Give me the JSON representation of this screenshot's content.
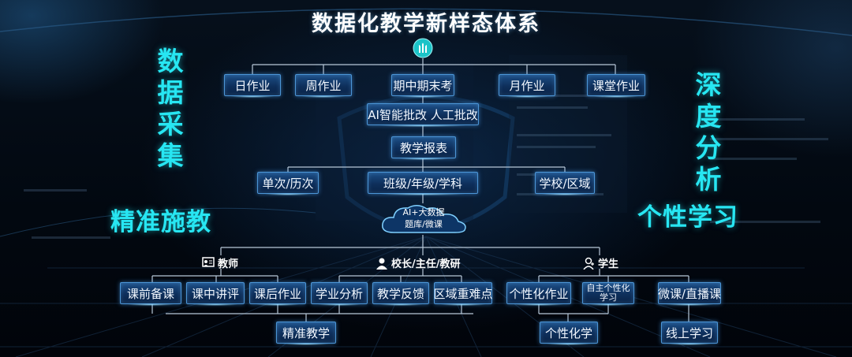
{
  "title": "数据化教学新样态体系",
  "side_labels": {
    "data_collection": "数据采集",
    "deep_analysis": "深度分析",
    "precision_teaching": "精准施教",
    "personalized_learning": "个性学习"
  },
  "level1": [
    "日作业",
    "周作业",
    "期中期末考",
    "月作业",
    "课堂作业"
  ],
  "grading": "AI智能批改 人工批改",
  "report": "教学报表",
  "level3": [
    "单次/历次",
    "班级/年级/学科",
    "学校/区域"
  ],
  "cloud": {
    "line1": "AI+大数据",
    "line2": "题库/微课"
  },
  "roles": [
    {
      "label": "教师",
      "icon": "teacher-board-icon"
    },
    {
      "label": "校长/主任/教研",
      "icon": "administrator-person-icon"
    },
    {
      "label": "学生",
      "icon": "student-person-icon"
    }
  ],
  "teacher_items": [
    "课前备课",
    "课中讲评",
    "课后作业"
  ],
  "admin_items": [
    "学业分析",
    "教学反馈",
    "区域重难点"
  ],
  "student_items": [
    "个性化作业",
    "自主个性化学习",
    "微课/直播课"
  ],
  "outcomes": [
    "精准教学",
    "个性化学",
    "线上学习"
  ],
  "colors": {
    "accent": "#27e6f2",
    "box_fill": "#1d4f87",
    "box_border": "#4c95d6",
    "line": "#b8c8d8"
  }
}
